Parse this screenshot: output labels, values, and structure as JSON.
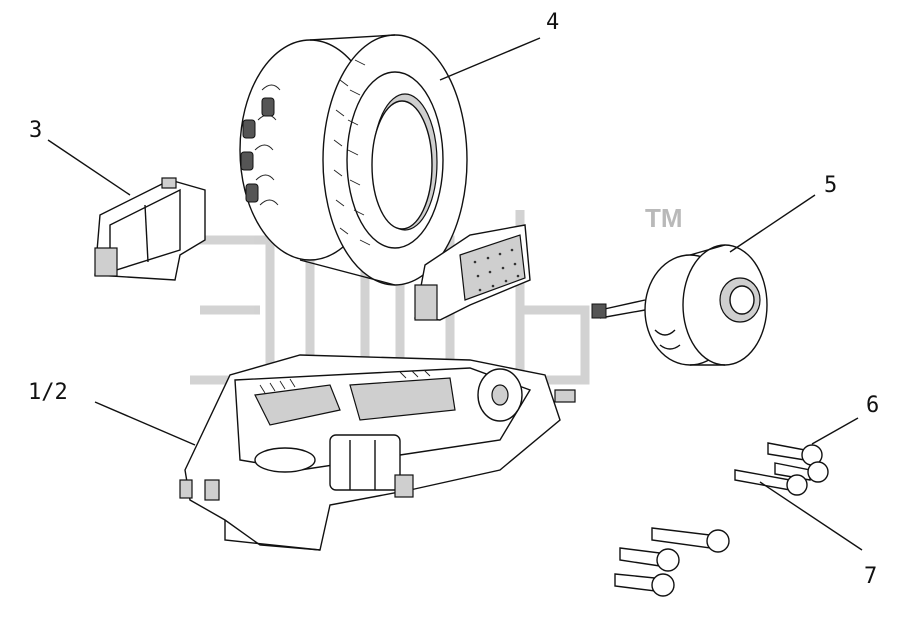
{
  "labels": {
    "part_4": "4",
    "part_3": "3",
    "part_5": "5",
    "part_1_2": "1/2",
    "part_6": "6",
    "part_7": "7"
  },
  "watermark": {
    "text": "элсб",
    "trademark": "TM",
    "color": "#b9b9b9"
  },
  "colors": {
    "line": "#111111",
    "background": "#ffffff"
  }
}
